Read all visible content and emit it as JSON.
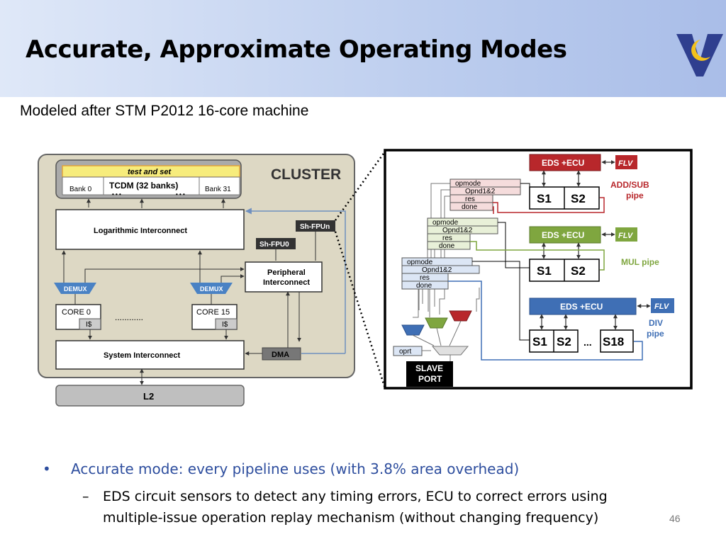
{
  "slide": {
    "title": "Accurate, Approximate Operating Modes",
    "subtitle": "Modeled after STM P2012 16-core machine",
    "page_number": "46"
  },
  "cluster": {
    "label": "CLUSTER",
    "test_and_set": "test and set",
    "bank0": "Bank 0",
    "tcdm": "TCDM (32 banks)",
    "bank31": "Bank 31",
    "dots_small": "• • •",
    "log_interconnect": "Logarithmic Interconnect",
    "sh_fpun": "Sh-FPUn",
    "sh_fpu0": "Sh-FPU0",
    "peripheral_1": "Peripheral",
    "peripheral_2": "Interconnect",
    "demux": "DEMUX",
    "core0": "CORE 0",
    "core15": "CORE 15",
    "icache": "I$",
    "core_dots": "............",
    "system_interconnect": "System Interconnect",
    "dma": "DMA",
    "l2": "L2"
  },
  "pipeline": {
    "eds_ecu": "EDS +ECU",
    "flv": "FLV",
    "opmode": "opmode",
    "opnd": "Opnd1&2",
    "res": "res",
    "done": "done",
    "s1": "S1",
    "s2": "S2",
    "s18": "S18",
    "ellipsis": "...",
    "add_sub_1": "ADD/SUB",
    "add_sub_2": "pipe",
    "mul_pipe": "MUL pipe",
    "div_1": "DIV",
    "div_2": "pipe",
    "oprt": "oprt",
    "slave_1": "SLAVE",
    "slave_2": "PORT"
  },
  "colors": {
    "add_sub": "#b8272b",
    "mul": "#7fa63f",
    "div": "#3f6fb5"
  },
  "bullets": {
    "main": "Accurate mode: every pipeline uses (with 3.8% area overhead)",
    "sub": "EDS circuit sensors to detect any timing errors, ECU to correct errors using multiple-issue operation replay mechanism (without changing frequency)"
  }
}
